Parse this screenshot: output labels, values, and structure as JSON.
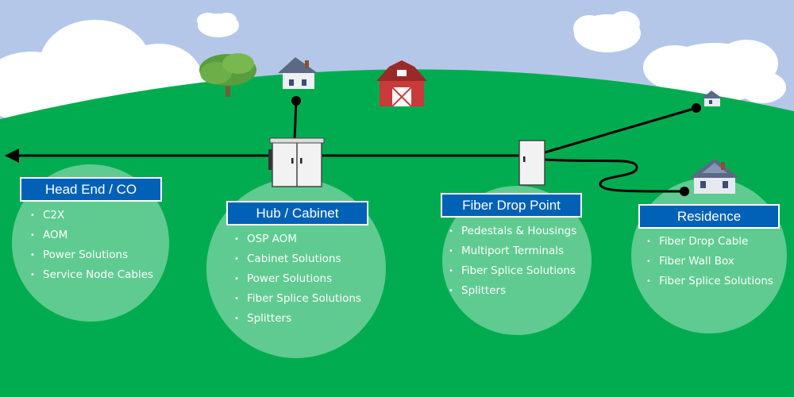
{
  "colors": {
    "sky": "#b4c7e9",
    "ground": "#00ac4f",
    "circle": "#5fcb90",
    "label_bg": "#0061b6",
    "label_border": "#ffffff",
    "line": "#000000",
    "bullet_text": "#ffffff"
  },
  "scene_icons": [
    "cloud-icon",
    "tree-icon",
    "house-icon",
    "barn-icon",
    "cabinet-icon",
    "pedestal-icon",
    "arrow-head-icon"
  ],
  "zones": [
    {
      "id": "head-end",
      "title": "Head End / CO",
      "items": [
        "C2X",
        "AOM",
        "Power Solutions",
        "Service Node Cables"
      ]
    },
    {
      "id": "hub-cabinet",
      "title": "Hub / Cabinet",
      "items": [
        "OSP AOM",
        "Cabinet Solutions",
        "Power Solutions",
        "Fiber Splice Solutions",
        "Splitters"
      ]
    },
    {
      "id": "fiber-drop-point",
      "title": "Fiber Drop Point",
      "items": [
        "Pedestals & Housings",
        "Multiport Terminals",
        "Fiber Splice Solutions",
        "Splitters"
      ]
    },
    {
      "id": "residence",
      "title": "Residence",
      "items": [
        "Fiber Drop Cable",
        "Fiber Wall Box",
        "Fiber Splice Solutions"
      ]
    }
  ]
}
